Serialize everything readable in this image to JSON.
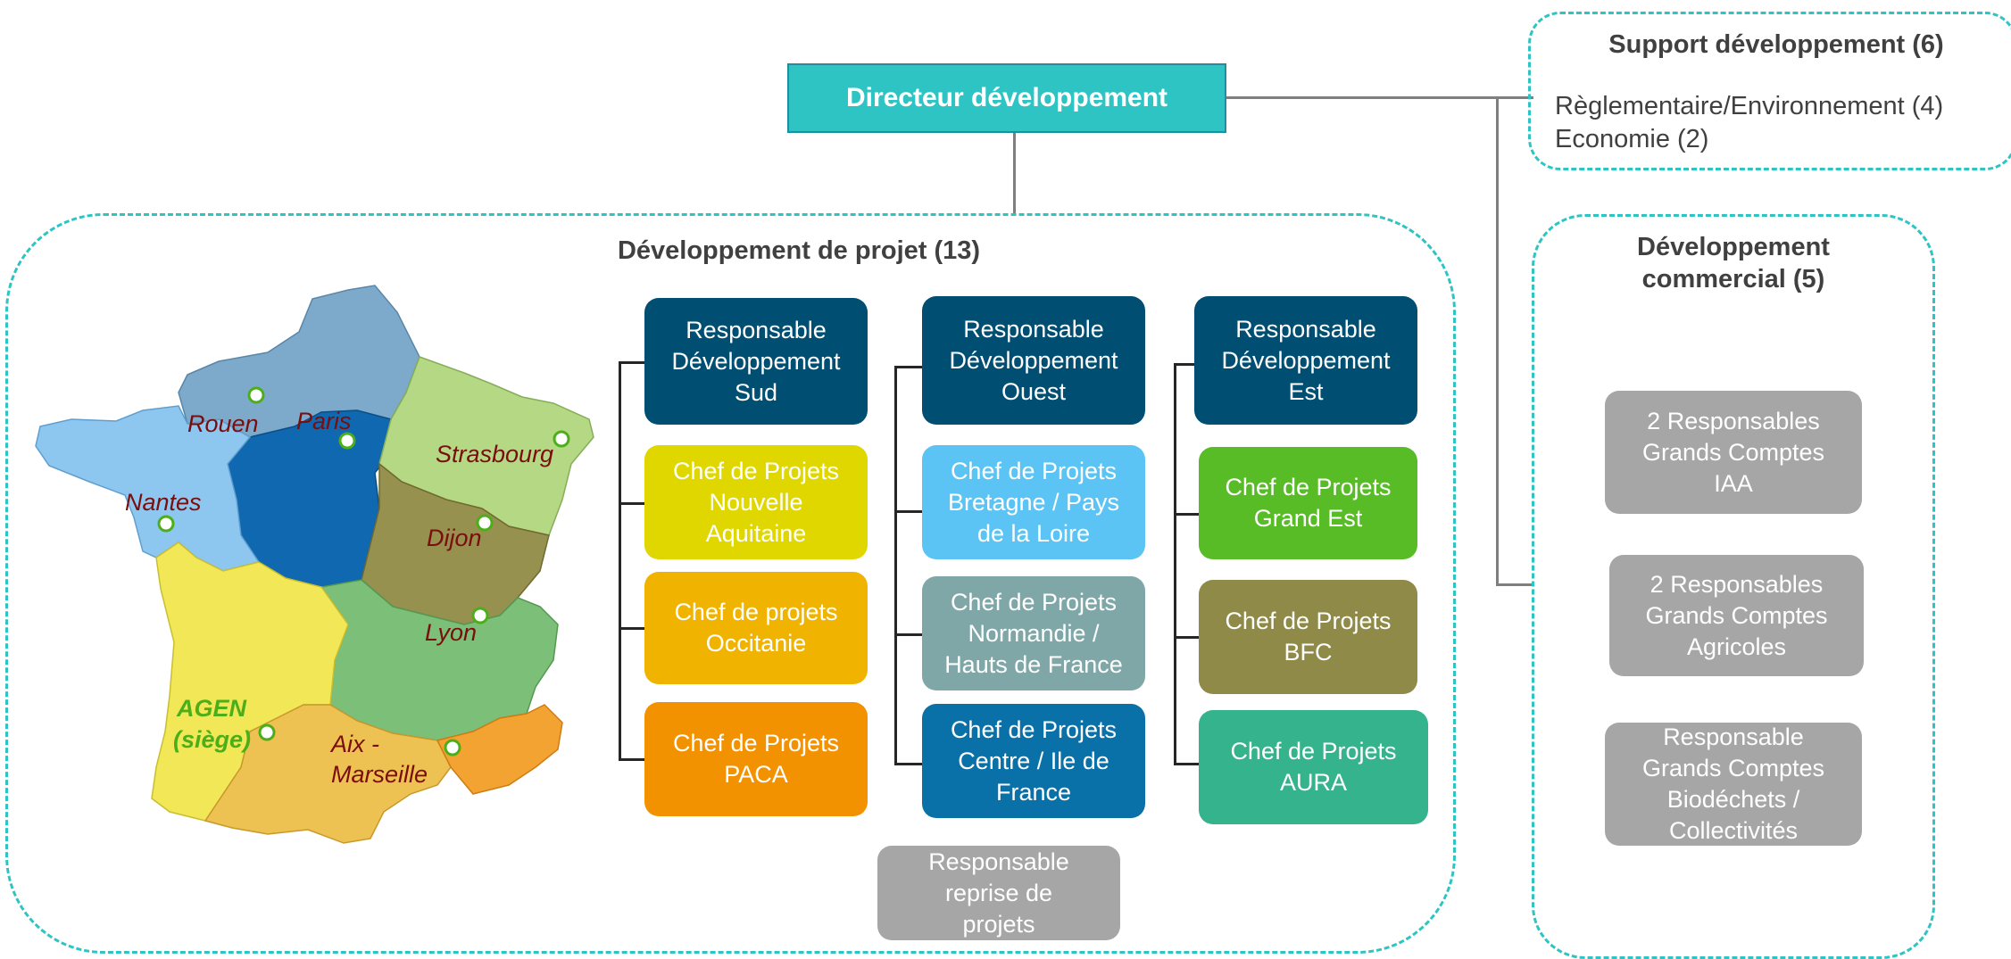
{
  "director": "Directeur développement",
  "support": {
    "title": "Support développement (6)",
    "items": [
      "Règlementaire/Environnement (4)",
      "Economie (2)"
    ]
  },
  "project_dev": {
    "title": "Développement de projet (13)",
    "col1": [
      {
        "label": "Responsable\nDéveloppement\nSud",
        "color": "#004f73"
      },
      {
        "label": "Chef de Projets\nNouvelle\nAquitaine",
        "color": "#e1d700"
      },
      {
        "label": "Chef de projets\nOccitanie",
        "color": "#f0b400"
      },
      {
        "label": "Chef de Projets\nPACA",
        "color": "#f39200"
      }
    ],
    "col2": [
      {
        "label": "Responsable\nDéveloppement\nOuest",
        "color": "#004f73"
      },
      {
        "label": "Chef de Projets\nBretagne / Pays\nde la Loire",
        "color": "#5bc4f5"
      },
      {
        "label": "Chef de Projets\nNormandie /\nHauts de France",
        "color": "#7fa7a8"
      },
      {
        "label": "Chef de Projets\nCentre / Ile de\nFrance",
        "color": "#0a70a8"
      }
    ],
    "col3": [
      {
        "label": "Responsable\nDéveloppement\nEst",
        "color": "#004f73"
      },
      {
        "label": "Chef de Projets\nGrand Est",
        "color": "#57bc26"
      },
      {
        "label": "Chef de Projets\nBFC",
        "color": "#8f8a47"
      },
      {
        "label": "Chef de Projets\nAURA",
        "color": "#35b38c"
      }
    ],
    "reprise": "Responsable\nreprise de\nprojets"
  },
  "commercial": {
    "title": "Développement\ncommercial (5)",
    "items": [
      "2 Responsables\nGrands Comptes\nIAA",
      "2 Responsables\nGrands Comptes\nAgricoles",
      "Responsable\nGrands Comptes\nBiodéchets /\nCollectivités"
    ]
  },
  "map": {
    "cities": [
      "Rouen",
      "Paris",
      "Strasbourg",
      "Nantes",
      "Dijon",
      "Lyon",
      "Aix -",
      "Marseille"
    ],
    "hq": [
      "AGEN",
      "(siège)"
    ]
  }
}
